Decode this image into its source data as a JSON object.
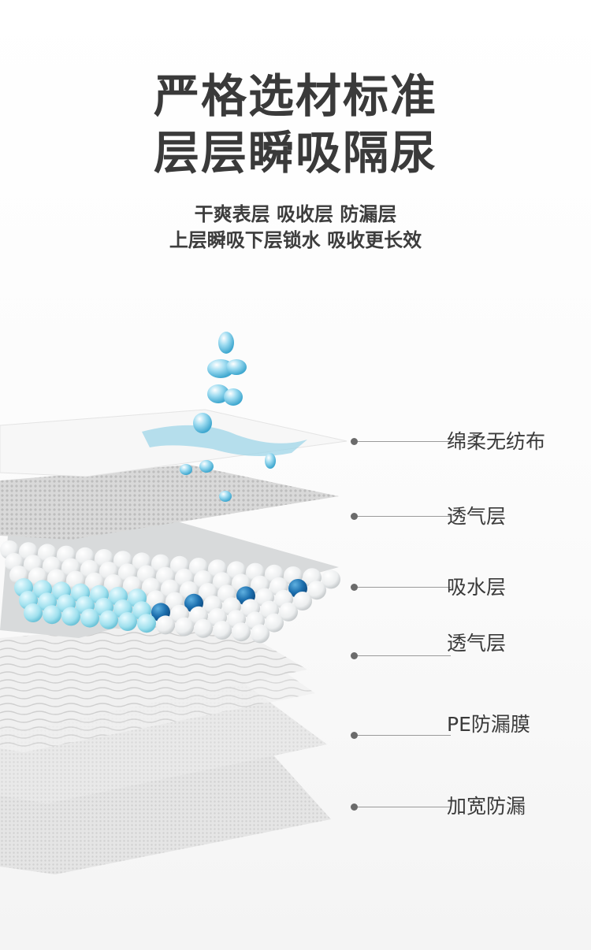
{
  "headline": {
    "line1": "严格选材标准",
    "line2": "层层瞬吸隔尿"
  },
  "subhead": {
    "line1": "干爽表层 吸收层 防漏层",
    "line2": "上层瞬吸下层锁水 吸收更长效"
  },
  "layers": [
    {
      "label": "绵柔无纺布"
    },
    {
      "label": "透气层"
    },
    {
      "label": "吸水层"
    },
    {
      "label": "透气层"
    },
    {
      "label": "PE防漏膜"
    },
    {
      "label": "加宽防漏"
    }
  ],
  "colors": {
    "text_dark": "#3a3a3a",
    "water_blue": "#6fc6e6",
    "deep_blue": "#1e78b6",
    "bead_white": "#f2f4f5"
  }
}
